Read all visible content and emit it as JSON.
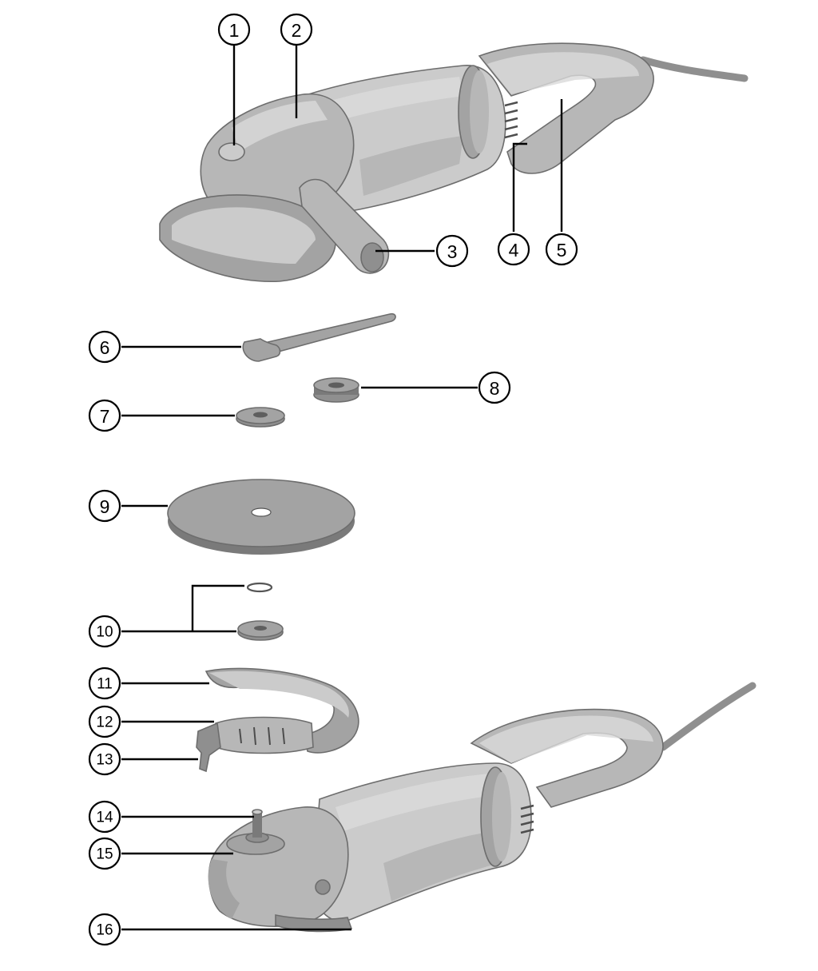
{
  "callouts": [
    {
      "id": "1",
      "label": "1"
    },
    {
      "id": "2",
      "label": "2"
    },
    {
      "id": "3",
      "label": "3"
    },
    {
      "id": "4",
      "label": "4"
    },
    {
      "id": "5",
      "label": "5"
    },
    {
      "id": "6",
      "label": "6"
    },
    {
      "id": "7",
      "label": "7"
    },
    {
      "id": "8",
      "label": "8"
    },
    {
      "id": "9",
      "label": "9"
    },
    {
      "id": "10",
      "label": "10"
    },
    {
      "id": "11",
      "label": "11"
    },
    {
      "id": "12",
      "label": "12"
    },
    {
      "id": "13",
      "label": "13"
    },
    {
      "id": "14",
      "label": "14"
    },
    {
      "id": "15",
      "label": "15"
    },
    {
      "id": "16",
      "label": "16"
    }
  ],
  "colors": {
    "housing": "#b7b7b7",
    "housing_light": "#d9d9d9",
    "housing_dark": "#7a7a7a",
    "lines": "#000000",
    "background": "#ffffff"
  }
}
